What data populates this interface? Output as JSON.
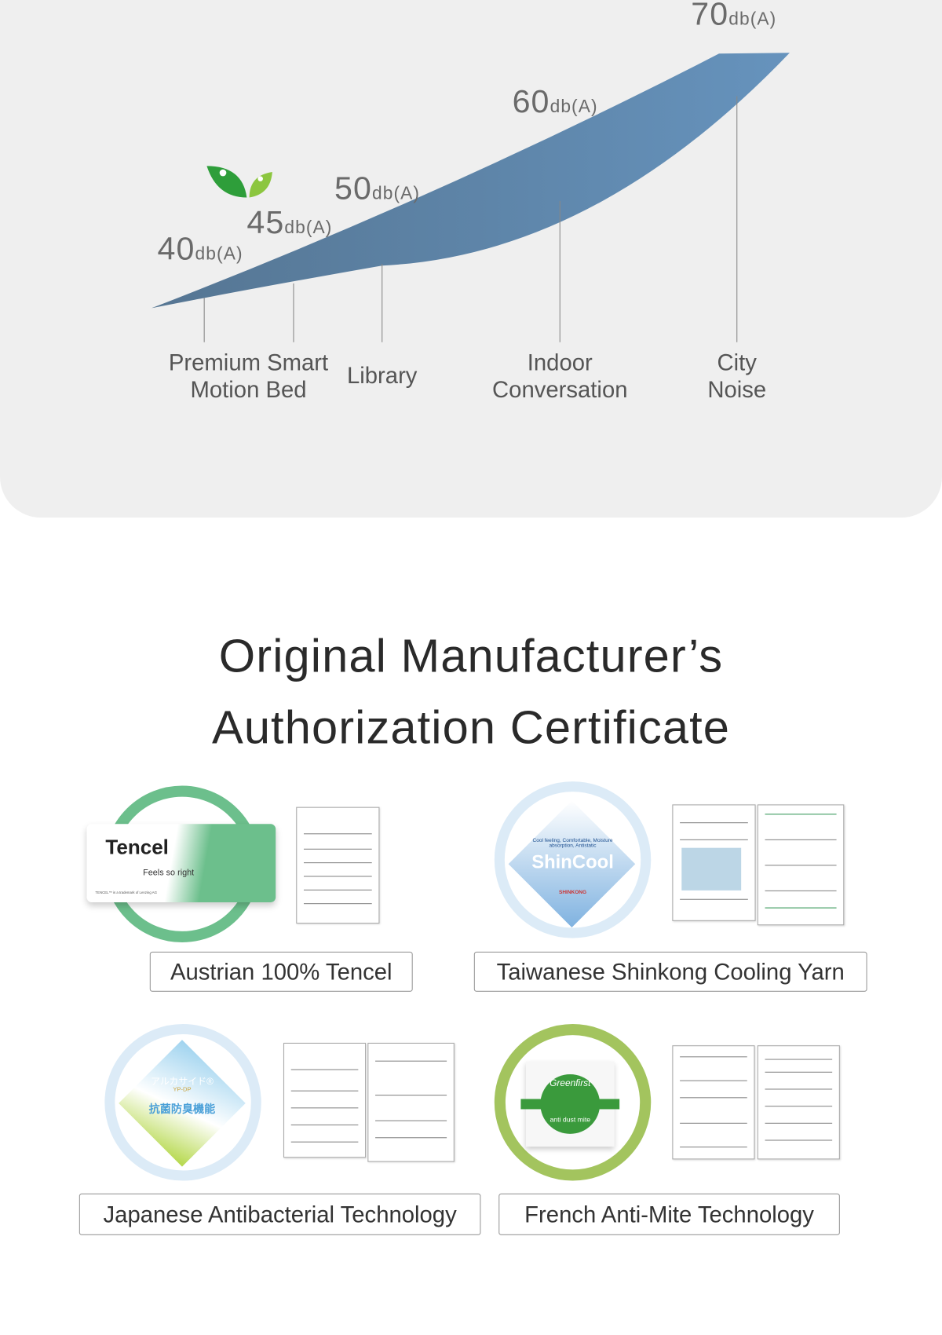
{
  "noise_chart": {
    "unit": "db(A)",
    "levels": [
      {
        "value": "40",
        "category": "Premium Smart\nMotion Bed"
      },
      {
        "value": "45",
        "category": ""
      },
      {
        "value": "50",
        "category": "Library"
      },
      {
        "value": "60",
        "category": "Indoor\nConversation"
      },
      {
        "value": "70",
        "category": "City\nNoise"
      }
    ],
    "categories": [
      "Premium Smart",
      "Motion Bed",
      "Library",
      "Indoor",
      "Conversation",
      "City",
      "Noise"
    ],
    "colors": {
      "band_start": "#557592",
      "band_end": "#6693bd",
      "icon_green": "#2e9e3a",
      "icon_lime": "#8cc63f"
    }
  },
  "section": {
    "title_line1": "Original Manufacturer’s",
    "title_line2": "Authorization Certificate"
  },
  "certificates": [
    {
      "label": "Austrian 100% Tencel",
      "badge_text": "Tencel",
      "badge_tagline": "Feels so right",
      "badge_note": "TENCEL™ is a trademark of Lenzing AG",
      "ring_color": "#6cbf8c"
    },
    {
      "label": "Taiwanese Shinkong Cooling Yarn",
      "badge_text": "ShinCool",
      "badge_tagline": "Cool feeling, Comfortable, Moisture absorption, Antistatic",
      "badge_brand": "SHINKONG",
      "ring_color": "#dcebf7"
    },
    {
      "label": "Japanese Antibacterial Technology",
      "badge_text": "アルカサイド®",
      "badge_sub": "YP-DP",
      "badge_tagline": "抗菌防臭機能",
      "ring_color": "#dcebf7"
    },
    {
      "label": "French Anti-Mite Technology",
      "badge_text": "Greenfirst",
      "badge_tagline": "anti dust mite",
      "ring_color": "#a3c45e"
    }
  ]
}
